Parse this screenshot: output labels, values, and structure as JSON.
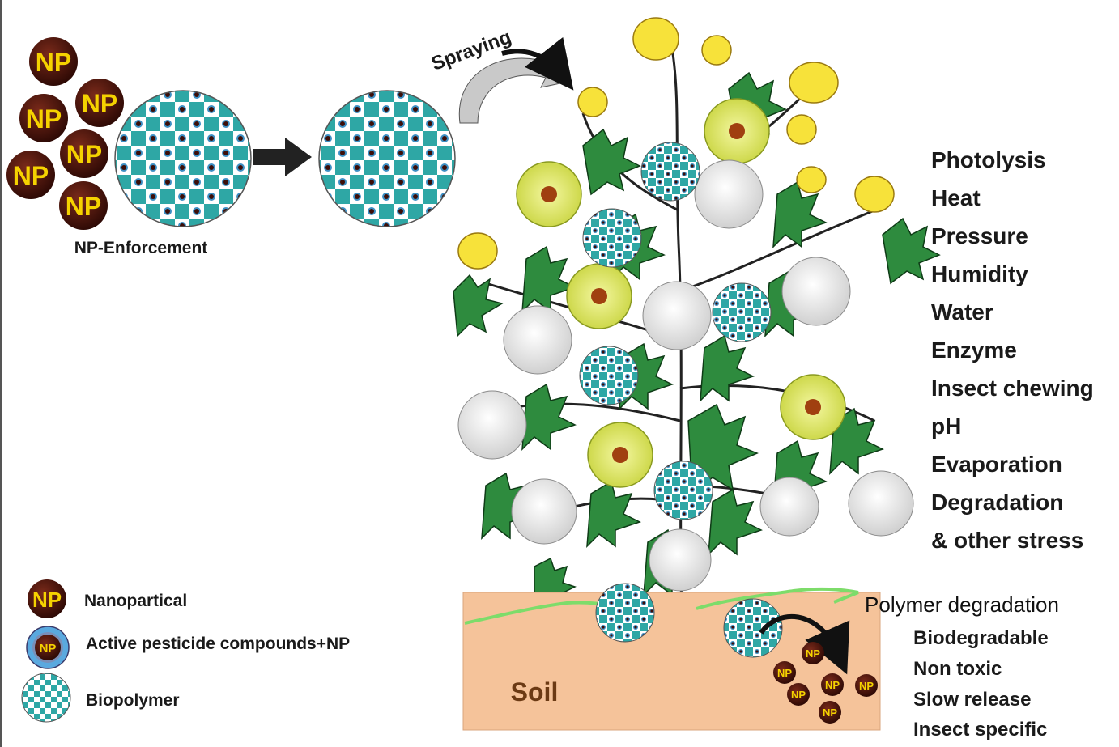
{
  "labels": {
    "enforcement": "NP-Enforcement",
    "spraying": "Spraying",
    "soil": "Soil",
    "polymer_degradation": "Polymer degradation",
    "np": "NP"
  },
  "stresses": [
    "Photolysis",
    "Heat",
    "Pressure",
    "Humidity",
    "Water",
    "Enzyme",
    "Insect chewing",
    "pH",
    "Evaporation",
    "Degradation",
    "& other stress"
  ],
  "properties": [
    "Biodegradable",
    "Non toxic",
    "Slow release",
    "Insect specific"
  ],
  "legend": [
    {
      "icon": "nanoparticle-icon",
      "label": "Nanopartical"
    },
    {
      "icon": "coated-nanoparticle-icon",
      "label": "Active pesticide compounds+NP"
    },
    {
      "icon": "biopolymer-icon",
      "label": "Biopolymer"
    }
  ],
  "colors": {
    "np_fill": "#3d0e08",
    "np_text": "#f5d200",
    "teal": "#2ea7a5",
    "soil": "#f5c39a",
    "leaf": "#2e8b3e",
    "root_line": "#7ddc6a"
  }
}
